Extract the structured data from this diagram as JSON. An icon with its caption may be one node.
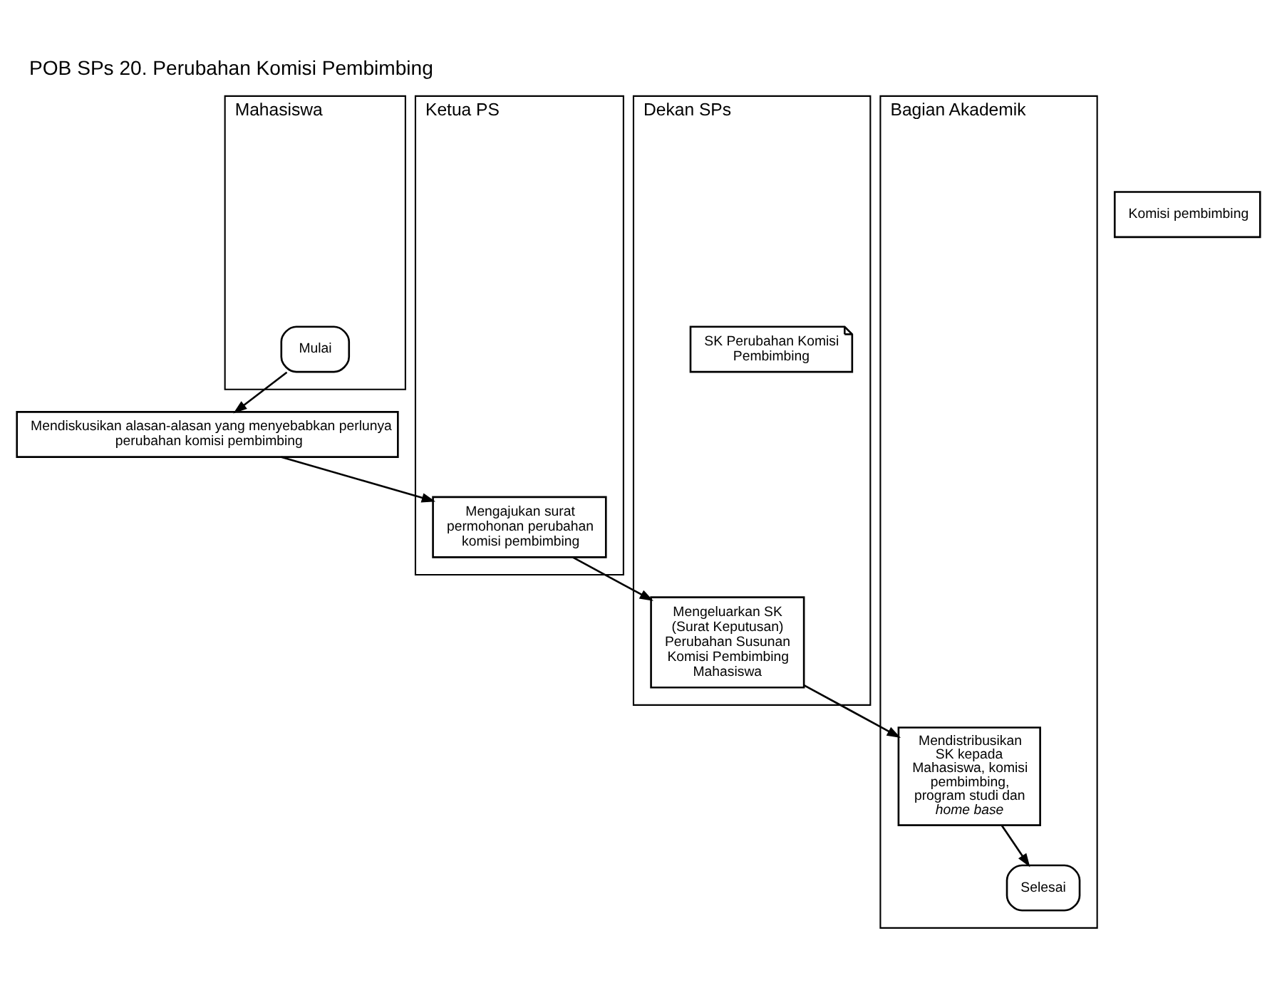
{
  "diagram": {
    "title": "POB SPs 20. Perubahan Komisi Pembimbing",
    "nodes": [
      {
        "text": [
          "Mahasiswa"
        ]
      },
      {
        "text": [
          "Komisi pembimbing"
        ]
      },
      {
        "text": [
          "Ketua PS"
        ]
      },
      {
        "text": [
          "Dekan SPs"
        ]
      },
      {
        "text": [
          "Bagian Akademik"
        ]
      },
      {
        "text": [
          "Mulai"
        ],
        "in": 0
      },
      {
        "text": [
          "Mendiskusikan alasan-alasan yang menyebabkan perlunya perubahan komisi pembimbing"
        ]
      },
      {
        "text": [
          "Mengajukan surat permohonan perubahan komisi pembimbing"
        ],
        "in": 2
      },
      {
        "text": [
          "Mengeluarkan SK (Surat Keputusan) Perubahan Susunan Komisi Pembimbing Mahasiswa"
        ],
        "in": 3
      },
      {
        "text": [
          "SK Perubahan Komisi Pembimbing"
        ],
        "in": 3
      },
      {
        "text": [
          "Mendistribusikan SK kepada Mahasiswa, komisi pembimbing, program studi dan *home base*"
        ],
        "in": 4
      },
      {
        "text": [
          "Selesai"
        ],
        "in": 4
      }
    ],
    "edges": [
      {
        "from": 5,
        "to": 6,
        "arrow": "to"
      },
      {
        "from": 6,
        "to": 7,
        "arrow": "to"
      },
      {
        "from": 7,
        "to": 8,
        "arrow": "to"
      },
      {
        "from": 8,
        "to": 10,
        "arrow": "to"
      },
      {
        "from": 10,
        "to": 11,
        "arrow": "to"
      }
    ]
  }
}
